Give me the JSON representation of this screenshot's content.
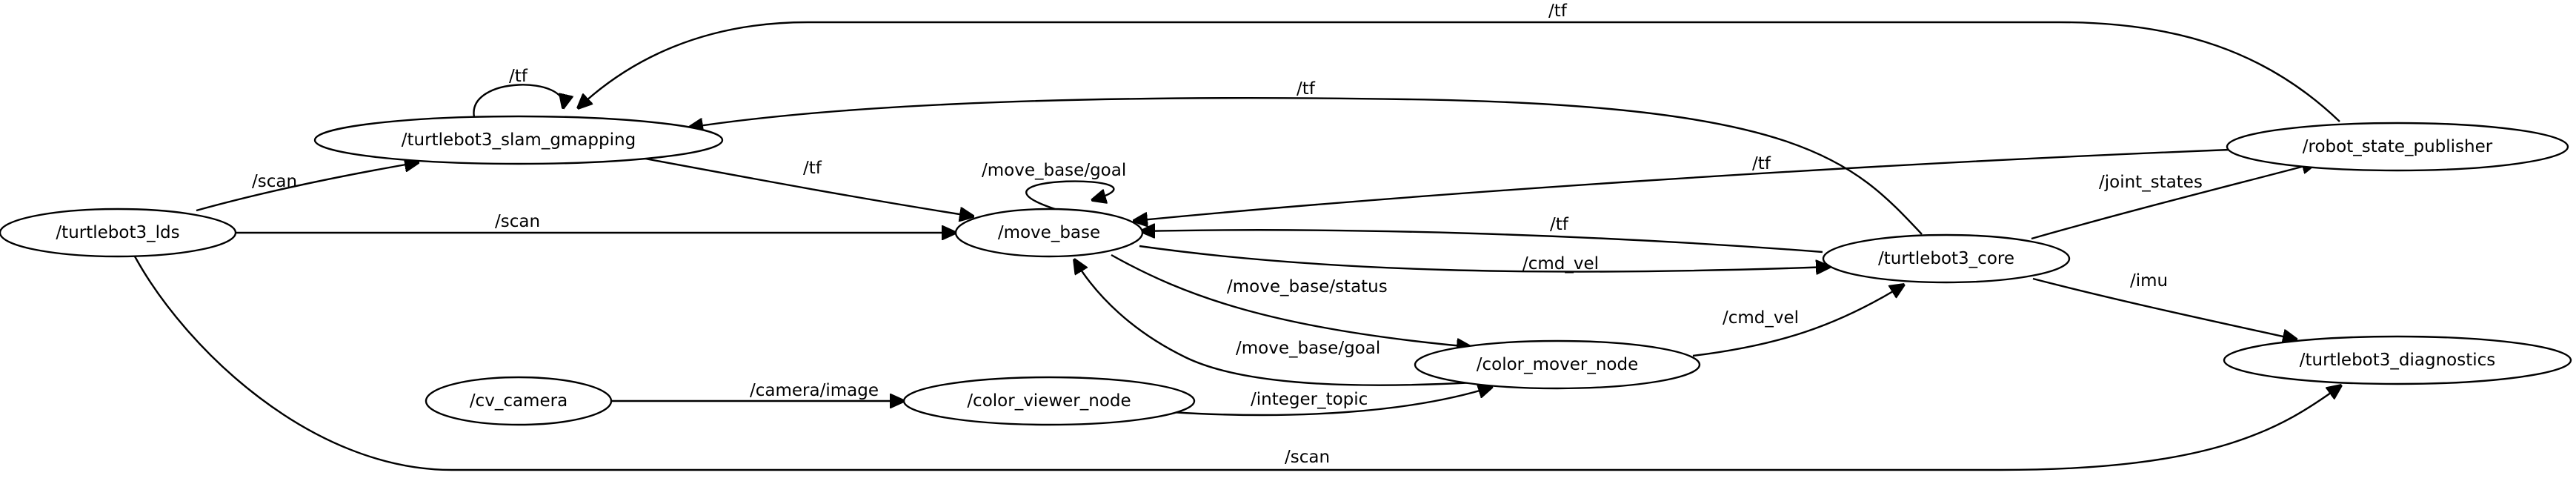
{
  "graph": {
    "nodes": {
      "turtlebot3_lds": "/turtlebot3_lds",
      "turtlebot3_slam_gmapping": "/turtlebot3_slam_gmapping",
      "move_base": "/move_base",
      "cv_camera": "/cv_camera",
      "color_viewer_node": "/color_viewer_node",
      "color_mover_node": "/color_mover_node",
      "turtlebot3_core": "/turtlebot3_core",
      "robot_state_publisher": "/robot_state_publisher",
      "turtlebot3_diagnostics": "/turtlebot3_diagnostics"
    },
    "edges": [
      {
        "id": "e1",
        "from": "turtlebot3_lds",
        "to": "turtlebot3_slam_gmapping",
        "label": "/scan"
      },
      {
        "id": "e2",
        "from": "turtlebot3_lds",
        "to": "move_base",
        "label": "/scan"
      },
      {
        "id": "e3",
        "from": "turtlebot3_lds",
        "to": "turtlebot3_diagnostics",
        "label": "/scan"
      },
      {
        "id": "e4",
        "from": "turtlebot3_slam_gmapping",
        "to": "turtlebot3_slam_gmapping",
        "label": "/tf"
      },
      {
        "id": "e5",
        "from": "turtlebot3_slam_gmapping",
        "to": "move_base",
        "label": "/tf"
      },
      {
        "id": "e6",
        "from": "move_base",
        "to": "move_base",
        "label": "/move_base/goal"
      },
      {
        "id": "e7",
        "from": "move_base",
        "to": "turtlebot3_core",
        "label": "/cmd_vel"
      },
      {
        "id": "e8",
        "from": "move_base",
        "to": "color_mover_node",
        "label": "/move_base/status"
      },
      {
        "id": "e9",
        "from": "color_mover_node",
        "to": "move_base",
        "label": "/move_base/goal"
      },
      {
        "id": "e10",
        "from": "cv_camera",
        "to": "color_viewer_node",
        "label": "/camera/image"
      },
      {
        "id": "e11",
        "from": "color_viewer_node",
        "to": "color_mover_node",
        "label": "/integer_topic"
      },
      {
        "id": "e12",
        "from": "color_mover_node",
        "to": "turtlebot3_core",
        "label": "/cmd_vel"
      },
      {
        "id": "e13",
        "from": "turtlebot3_core",
        "to": "move_base",
        "label": "/tf"
      },
      {
        "id": "e14",
        "from": "turtlebot3_core",
        "to": "turtlebot3_slam_gmapping",
        "label": "/tf"
      },
      {
        "id": "e15",
        "from": "turtlebot3_core",
        "to": "robot_state_publisher",
        "label": "/joint_states"
      },
      {
        "id": "e16",
        "from": "turtlebot3_core",
        "to": "turtlebot3_diagnostics",
        "label": "/imu"
      },
      {
        "id": "e17",
        "from": "robot_state_publisher",
        "to": "move_base",
        "label": "/tf"
      },
      {
        "id": "e18",
        "from": "robot_state_publisher",
        "to": "turtlebot3_slam_gmapping",
        "label": "/tf"
      }
    ]
  }
}
